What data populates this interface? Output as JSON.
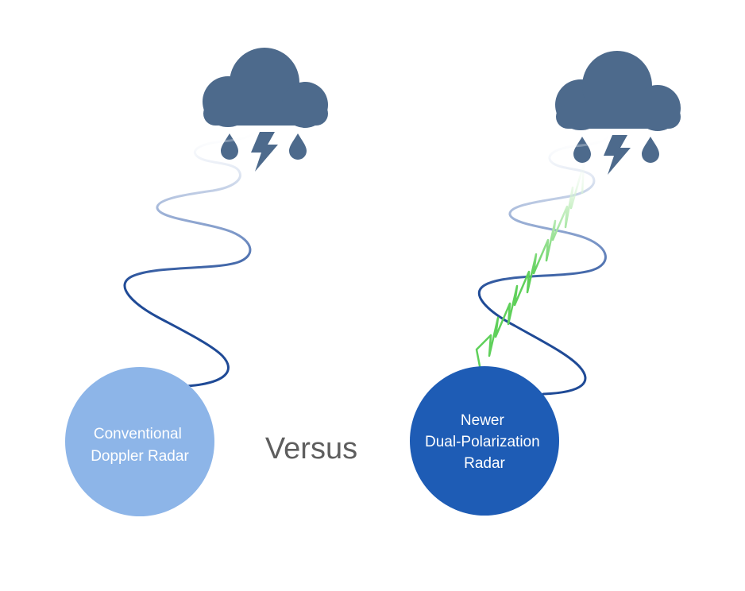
{
  "left": {
    "label_lines": [
      "Conventional",
      "Doppler Radar"
    ],
    "circle_color": "#8db5e8",
    "wave_color": "#1f4a96",
    "icons": [
      "cloud-icon",
      "raindrop-icon",
      "lightning-icon",
      "raindrop-icon"
    ]
  },
  "center": {
    "label": "Versus"
  },
  "right": {
    "label_lines": [
      "Newer",
      "Dual-Polarization",
      "Radar"
    ],
    "circle_color": "#1e5cb5",
    "wave_color": "#1f4a96",
    "second_wave_color": "#5fd05a",
    "icons": [
      "cloud-icon",
      "raindrop-icon",
      "lightning-icon",
      "raindrop-icon"
    ]
  },
  "colors": {
    "cloud": "#4d6a8c",
    "text_gray": "#5e5e5e"
  }
}
